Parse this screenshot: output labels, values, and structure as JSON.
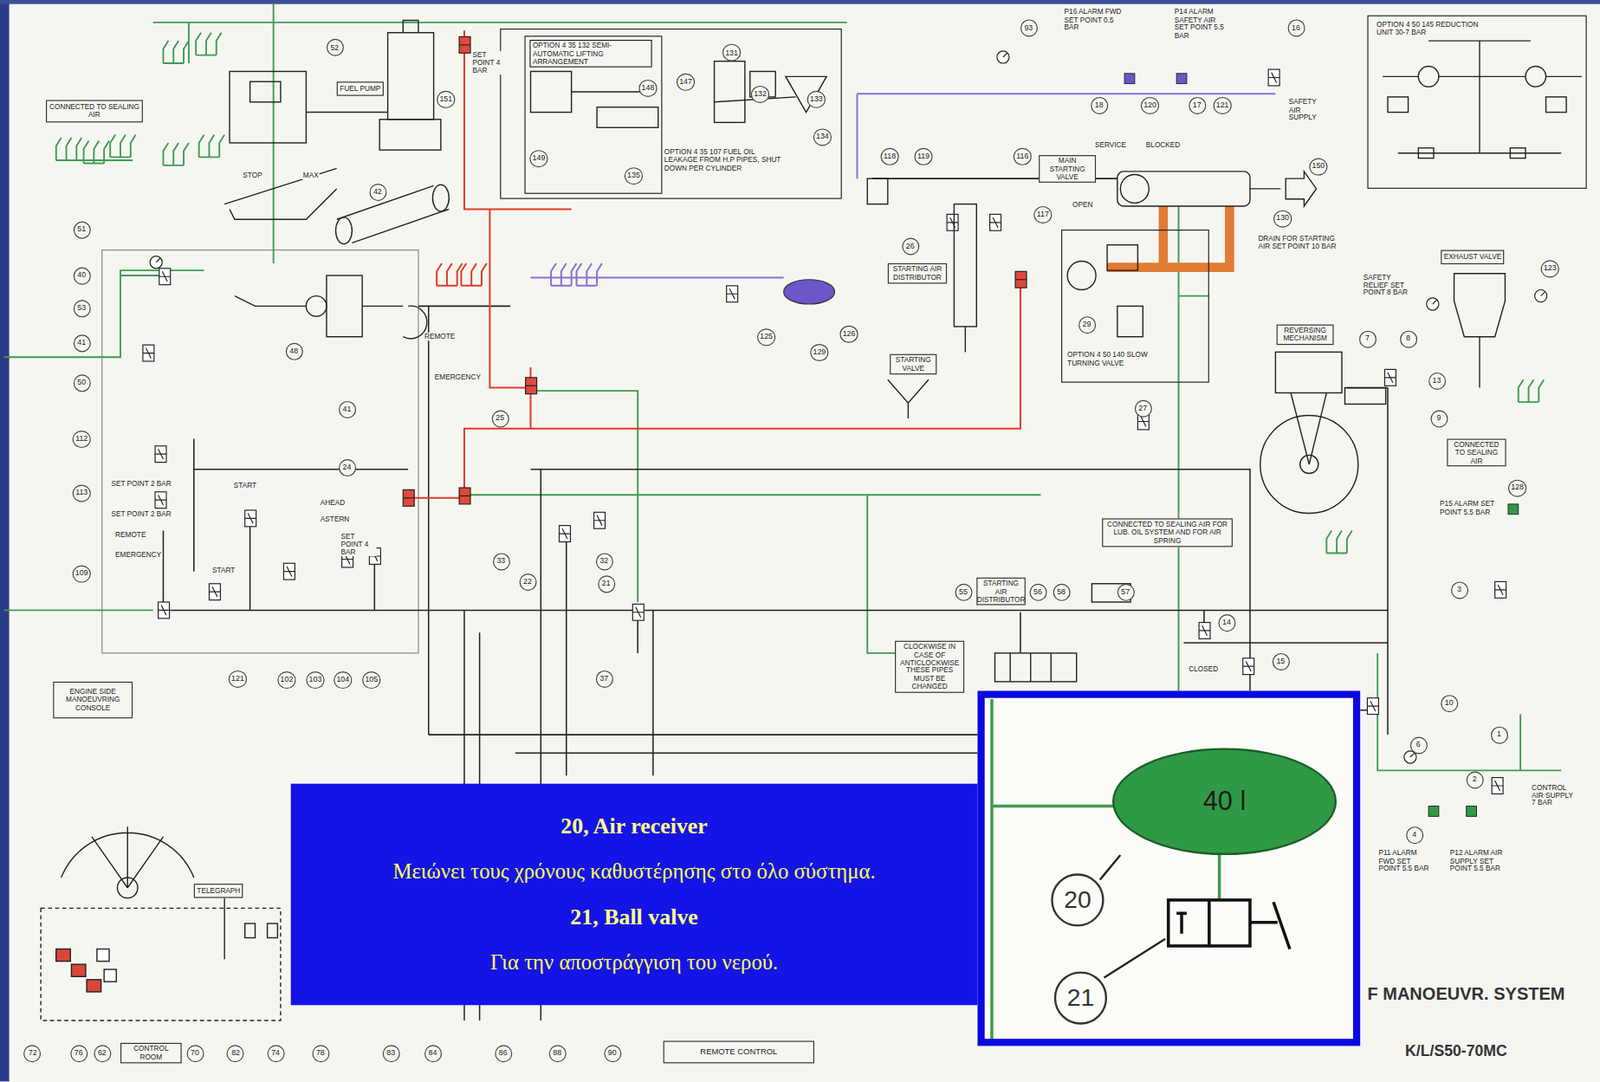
{
  "diagram": {
    "nodes": [
      {
        "text": [
          "CONNECTED TO SEALING AIR"
        ]
      },
      {
        "text": [
          "FUEL PUMP"
        ]
      },
      {
        "text": [
          "OPTION 4 35 107 FUEL OIL LEAKAGE FROM H.P PIPES, SHUT DOWN PER CYLINDER"
        ]
      },
      {
        "text": [
          "OPTION 4 35 132 SEMI-AUTOMATIC LIFTING ARRANGEMENT"
        ],
        "in": 2
      },
      {
        "text": [
          "OPTION 4 50 145 REDUCTION UNIT 30-7 BAR"
        ]
      },
      {
        "text": [
          "MAIN STARTING VALVE"
        ]
      },
      {
        "text": [
          "STARTING AIR DISTRIBUTOR"
        ]
      },
      {
        "text": [
          "STARTING VALVE"
        ]
      },
      {
        "text": [
          "OPTION 4 50 140 SLOW TURNING VALVE"
        ]
      },
      {
        "text": [
          "EXHAUST VALVE"
        ]
      },
      {
        "text": [
          "REVERSING MECHANISM"
        ]
      },
      {
        "text": [
          "CONNECTED TO SEALING AIR"
        ]
      },
      {
        "text": [
          "CONNECTED TO SEALING AIR FOR LUB. OIL SYSTEM AND FOR AIR SPRING"
        ]
      },
      {
        "text": [
          "STARTING AIR DISTRIBUTOR"
        ]
      },
      {
        "text": [
          "CLOCKWISE IN CASE OF ANTICLOCKWISE THESE PIPES MUST BE CHANGED"
        ]
      },
      {
        "text": [
          "ENGINE SIDE MANOEUVRING CONSOLE"
        ]
      },
      {
        "text": [
          "TELEGRAPH"
        ]
      },
      {
        "text": [
          "CONTROL ROOM"
        ]
      },
      {
        "text": [
          "REMOTE CONTROL"
        ]
      },
      {
        "text": [
          "20, Air receiver",
          "Μειώνει τους χρόνους καθυστέρησης στο όλο σύστημα.",
          "21, Ball valve",
          "Για την αποστράγγιση του νερού."
        ]
      },
      {
        "text": [
          "20",
          "21"
        ]
      },
      {
        "text": [
          "40 l"
        ],
        "in": 20
      }
    ],
    "labels": [
      "52",
      "SET POINT 4 BAR",
      "151",
      "131",
      "148",
      "147",
      "132",
      "133",
      "134",
      "149",
      "135",
      "STOP",
      "MAX",
      "93",
      "P16 ALARM FWD SET POINT 0.5 BAR",
      "P14 ALARM SAFETY AIR SET POINT 5.5 BAR",
      "16",
      "18",
      "120",
      "17",
      "121",
      "SAFETY AIR SUPPLY",
      "SERVICE",
      "BLOCKED",
      "150",
      "118",
      "119",
      "116",
      "117",
      "OPEN",
      "130",
      "DRAIN FOR STARTING AIR SET POINT 10 BAR",
      "26",
      "51",
      "40",
      "53",
      "41",
      "50",
      "42",
      "48",
      "REMOTE",
      "EMERGENCY",
      "41",
      "125",
      "126",
      "129",
      "29",
      "27",
      "123",
      "SAFETY RELIEF SET POINT 8 BAR",
      "7",
      "8",
      "13",
      "9",
      "128",
      "P15 ALARM SET POINT 5.5 BAR",
      "3",
      "25",
      "24",
      "33",
      "22",
      "32",
      "21",
      "37",
      "112",
      "SET POINT 2 BAR",
      "113",
      "SET POINT 2 BAR",
      "REMOTE",
      "EMERGENCY",
      "109",
      "START",
      "START",
      "AHEAD",
      "ASTERN",
      "SET POINT 4 BAR",
      "121",
      "102",
      "103",
      "104",
      "105",
      "55",
      "56",
      "58",
      "57",
      "14",
      "CLOSED",
      "15",
      "10",
      "6",
      "1",
      "2",
      "4",
      "P11 ALARM FWD SET POINT 5.5 BAR",
      "P12 ALARM AIR SUPPLY SET POINT 5.5 BAR",
      "CONTROL AIR SUPPLY 7 BAR",
      "72",
      "76",
      "62",
      "70",
      "82",
      "74",
      "78",
      "83",
      "84",
      "86",
      "88",
      "90",
      "F MANOEUVR. SYSTEM",
      "K/L/S50-70MC"
    ]
  }
}
